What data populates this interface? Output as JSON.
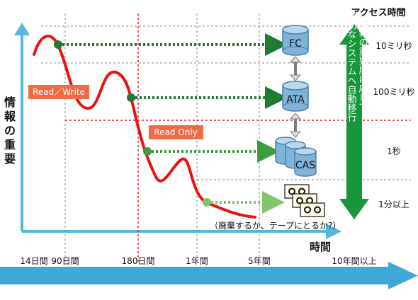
{
  "header": {
    "access_time_title": "アクセス時間"
  },
  "y_axis": {
    "label": "情報の重要度"
  },
  "x_axis": {
    "label": "時間",
    "ticks": [
      "14日間",
      "90日間",
      "180日間",
      "1年間",
      "5年間",
      "10年間以上"
    ]
  },
  "labels": {
    "read_write": "Read／Write",
    "read_only": "Read Only",
    "disposal_note": "（廃棄するか、テープにとるか?）"
  },
  "storage": {
    "fc": "FC",
    "ata": "ATA",
    "cas": "CAS",
    "tape": "tape-icon"
  },
  "access_times": [
    "10ミリ秒",
    "100ミリ秒",
    "1秒",
    "1分以上"
  ],
  "side_banner": {
    "line1": "情報の重要度に応じて",
    "line2": "適切なシステムへ自動移行"
  },
  "colors": {
    "curve": "#e8130c",
    "axis": "#56b7dd",
    "timeline_arrow": "#3fa8d6",
    "dark_green": "#1f7a32",
    "mid_green": "#3e9b3f",
    "light_green": "#83c46c",
    "banner_green": "#18963b",
    "label_box": "#f06a45",
    "red_grid": "#e32222",
    "grid": "#8a8a8a",
    "storage_blue": "#7fb3d8"
  }
}
